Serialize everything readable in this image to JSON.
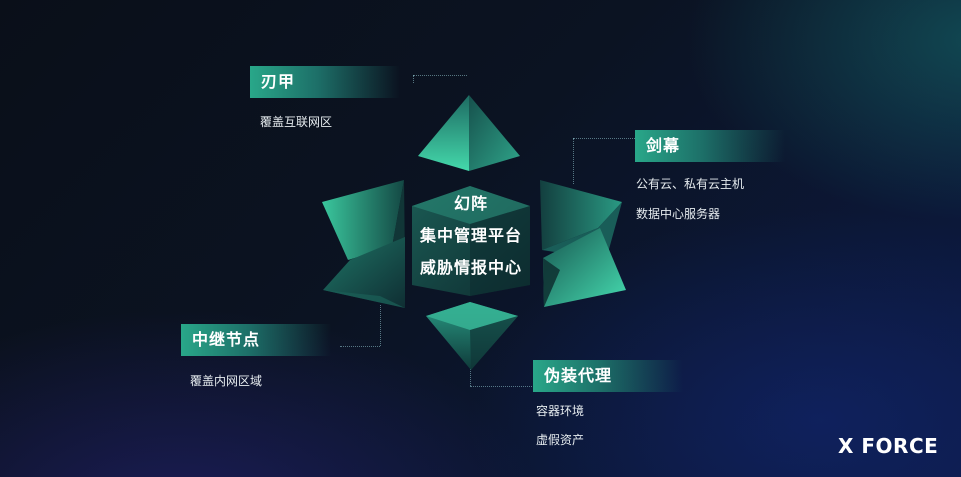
{
  "nodes": {
    "top": {
      "title": "刃甲",
      "lines": [
        "覆盖互联网区"
      ]
    },
    "right": {
      "title": "剑幕",
      "lines": [
        "公有云、私有云主机",
        "数据中心服务器"
      ]
    },
    "left": {
      "title": "中继节点",
      "lines": [
        "覆盖内网区域"
      ]
    },
    "bottom": {
      "title": "伪装代理",
      "lines": [
        "容器环境",
        "虚假资产"
      ]
    }
  },
  "center": {
    "lines": [
      "幻阵",
      "集中管理平台",
      "威胁情报中心"
    ]
  },
  "brand": "X FORCE",
  "colors": {
    "accent": "#29a789",
    "teal_light": "#3fd3a6",
    "teal_dark": "#134a47",
    "background": "#0b1322"
  }
}
